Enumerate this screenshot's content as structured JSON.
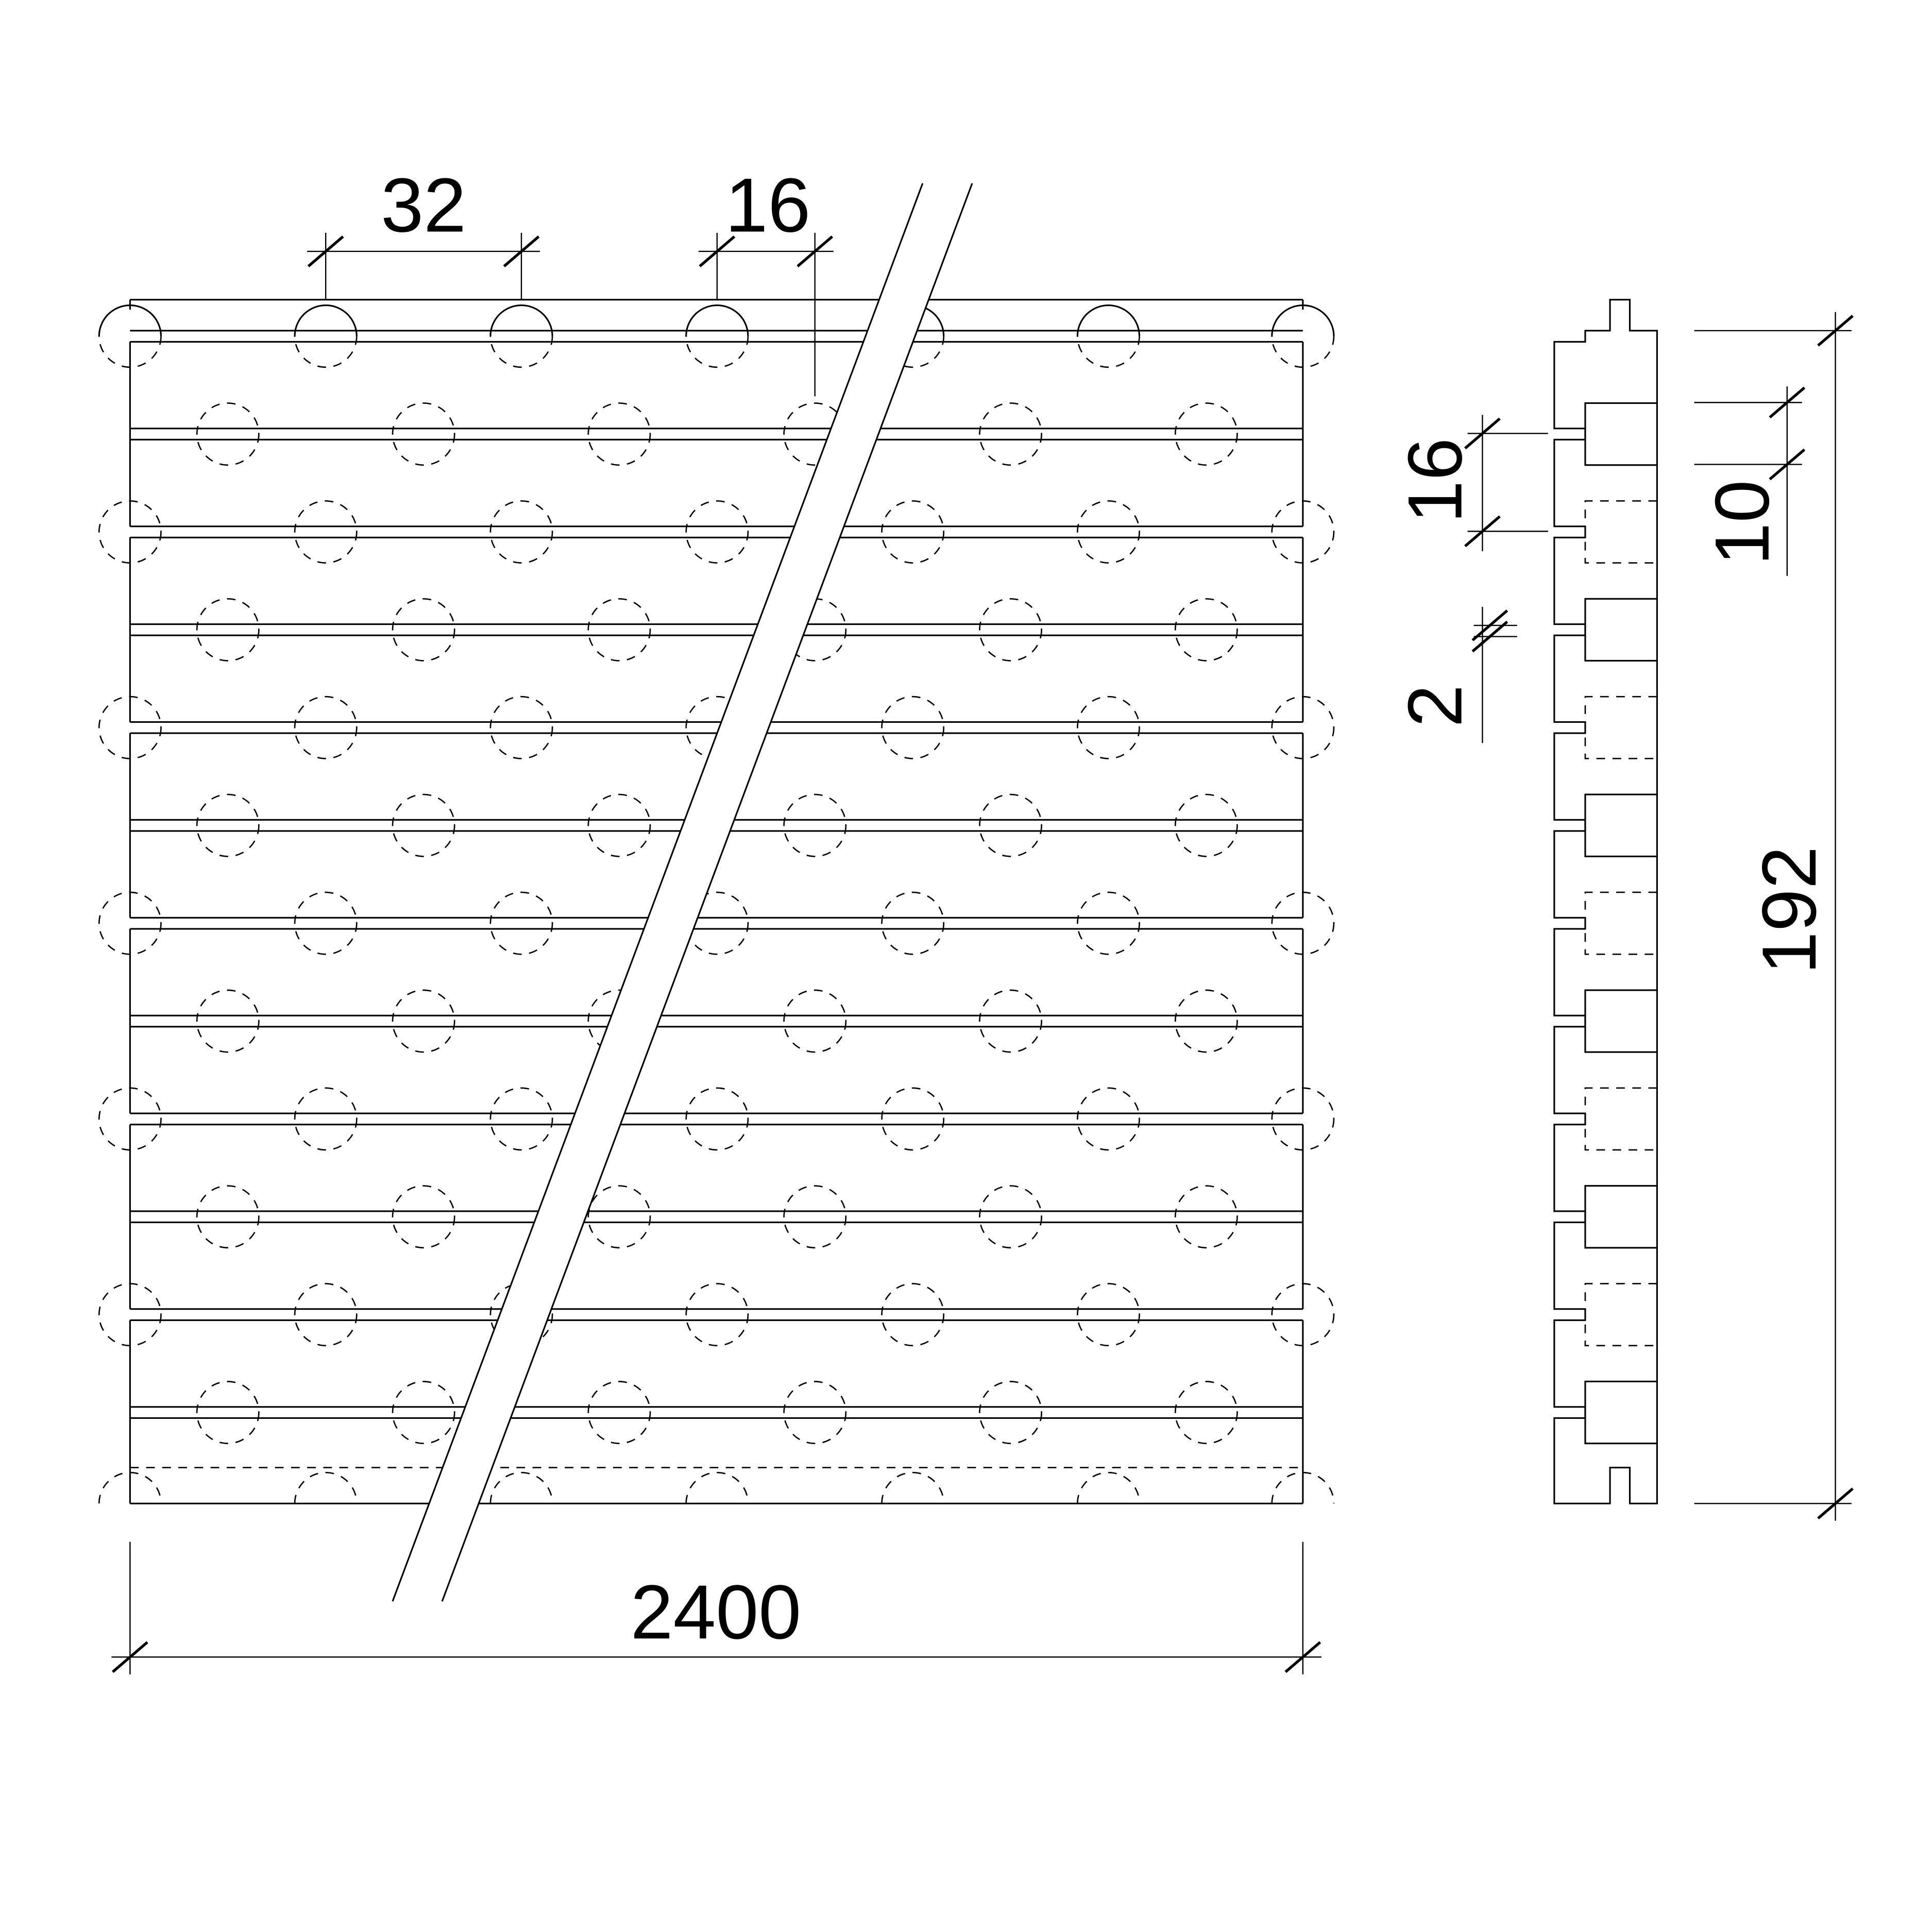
{
  "dimensions": {
    "hole_spacing": "32",
    "hole_diameter": "16",
    "total_width": "2400",
    "profile_hole_diameter": "16",
    "groove_width": "2",
    "tongue_height": "10",
    "total_height": "192"
  },
  "colors": {
    "line": "#000000",
    "background": "#ffffff"
  }
}
